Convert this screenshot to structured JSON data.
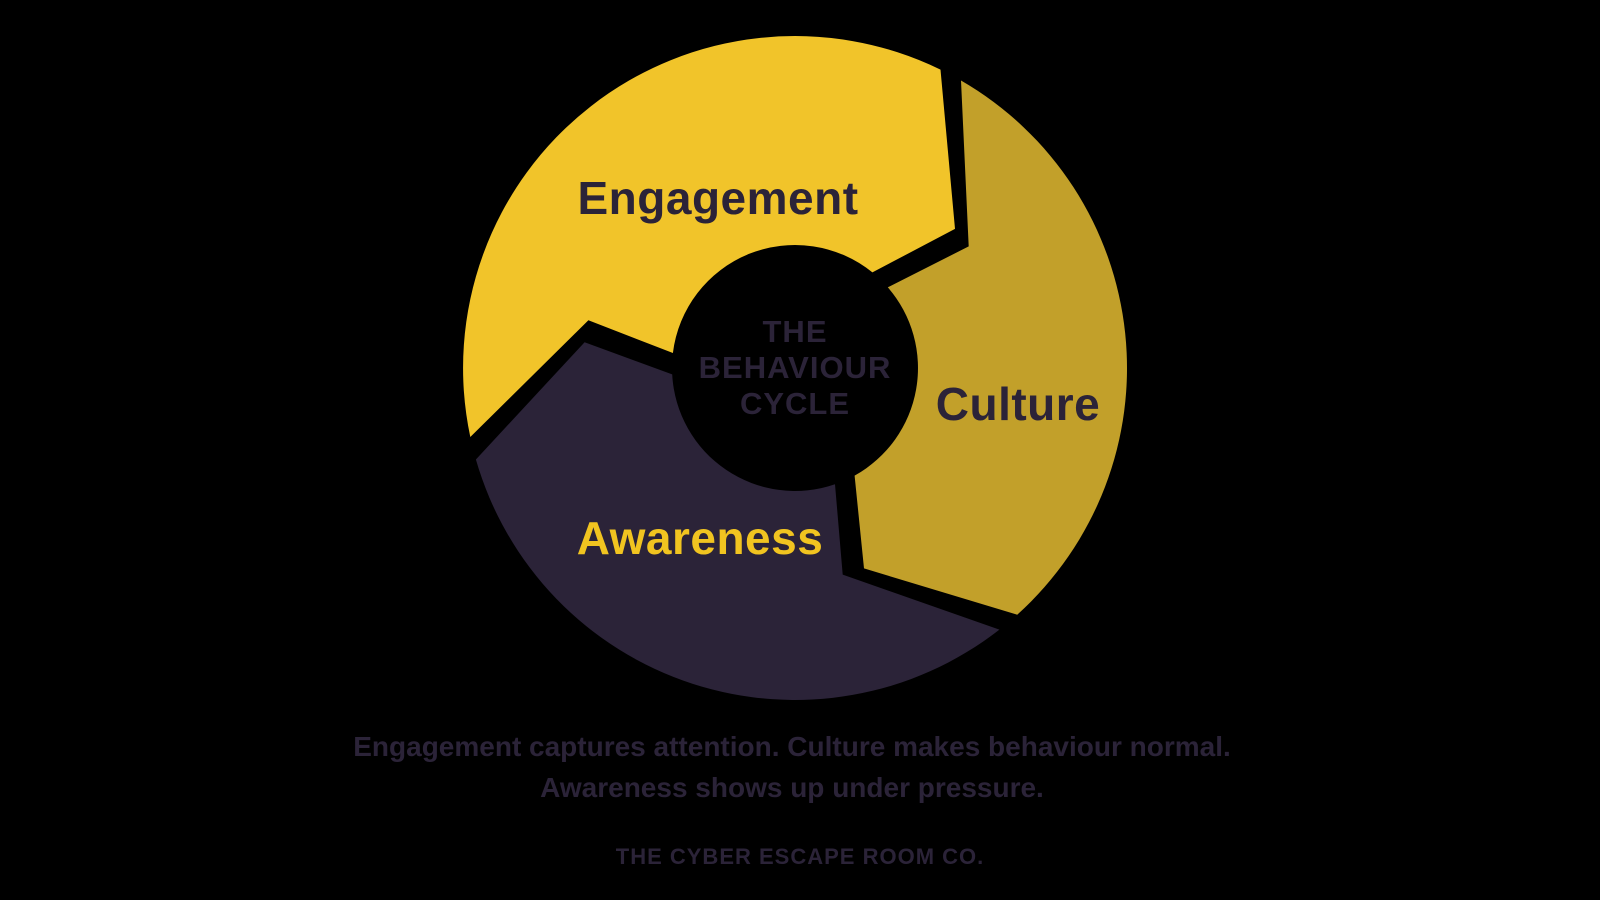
{
  "diagram": {
    "title_lines": [
      "THE",
      "BEHAVIOUR",
      "CYCLE"
    ],
    "segments": [
      {
        "id": "engagement",
        "label": "Engagement",
        "color": "#F1C42A",
        "text_color": "#2B2338"
      },
      {
        "id": "culture",
        "label": "Culture",
        "color": "#C2A02A",
        "text_color": "#2B2338"
      },
      {
        "id": "awareness",
        "label": "Awareness",
        "color": "#2B2338",
        "text_color": "#F1C420"
      }
    ],
    "flow_direction": "clockwise"
  },
  "caption": {
    "line1": "Engagement captures attention. Culture makes behaviour normal.",
    "line2": "Awareness shows up under pressure."
  },
  "footer": {
    "brand": "THE CYBER ESCAPE ROOM CO."
  },
  "colors": {
    "background": "#000000",
    "caption_text": "#2B2338",
    "center_title_text": "#2B2338",
    "brand_text": "#2B2338"
  }
}
